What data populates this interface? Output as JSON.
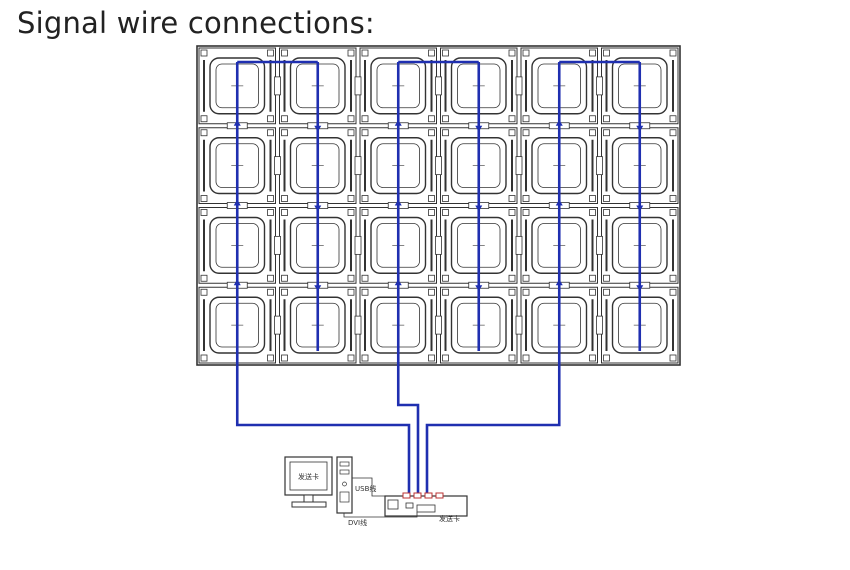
{
  "title": "Signal wire connections:",
  "labels": {
    "monitor_screen": "发送卡",
    "usb_cable": "USB线",
    "dvi_cable": "DVI线",
    "sender_card": "发送卡"
  },
  "grid": {
    "rows": 4,
    "cols": 6,
    "groups": 3,
    "cabinets_per_group": 2
  },
  "colors": {
    "cable": "#1f2fb0",
    "frame": "#333333"
  }
}
